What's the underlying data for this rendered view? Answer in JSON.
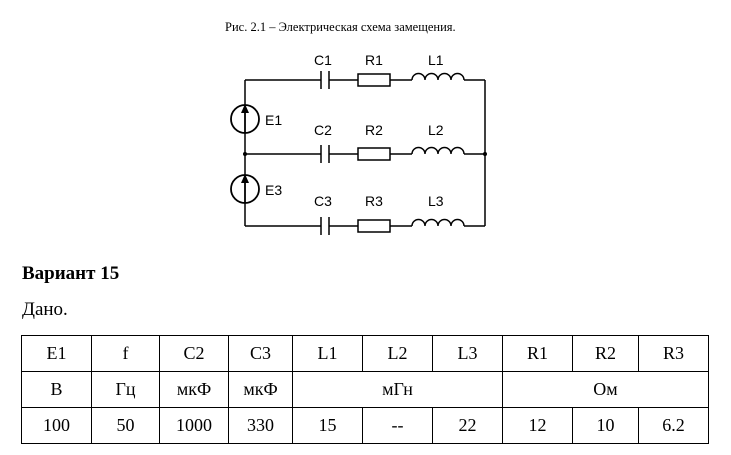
{
  "figure": {
    "caption": "Рис. 2.1 – Электрическая схема замещения.",
    "labels": {
      "C1": "C1",
      "R1": "R1",
      "L1": "L1",
      "C2": "C2",
      "R2": "R2",
      "L2": "L2",
      "C3": "C3",
      "R3": "R3",
      "L3": "L3",
      "E1": "E1",
      "E3": "E3"
    }
  },
  "variant": {
    "title": "Вариант 15"
  },
  "given": {
    "label": "Дано."
  },
  "table": {
    "headers": [
      "E1",
      "f",
      "C2",
      "C3",
      "L1",
      "L2",
      "L3",
      "R1",
      "R2",
      "R3"
    ],
    "units": {
      "E1": "В",
      "f": "Гц",
      "C2": "мкФ",
      "C3": "мкФ",
      "L": "мГн",
      "R": "Ом"
    },
    "values": [
      "100",
      "50",
      "1000",
      "330",
      "15",
      "--",
      "22",
      "12",
      "10",
      "6.2"
    ]
  }
}
